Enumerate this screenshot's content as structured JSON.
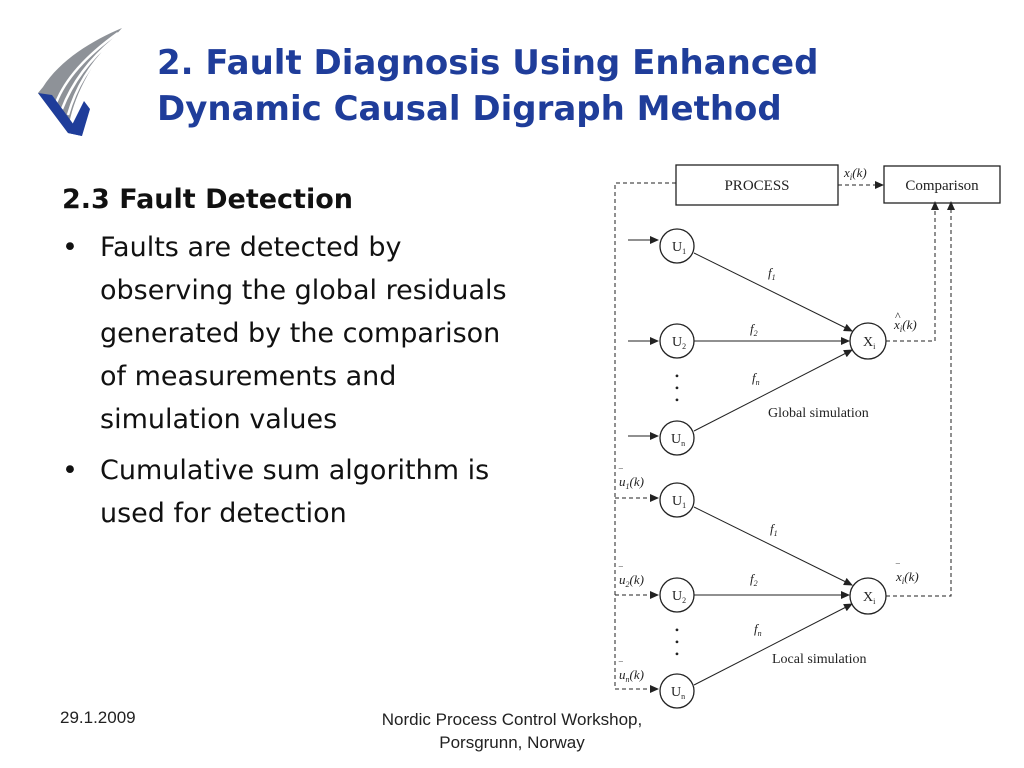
{
  "slide": {
    "title_line1": "2. Fault Diagnosis Using Enhanced",
    "title_line2": "Dynamic Causal Digraph Method",
    "subheading": "2.3 Fault Detection",
    "bullets": [
      {
        "symbol": "•",
        "lines": [
          "Faults are detected by",
          "observing the global residuals",
          "generated by the comparison",
          "of measurements and",
          "simulation  values"
        ]
      },
      {
        "symbol": "•",
        "lines": [
          "Cumulative sum algorithm is",
          "used for detection"
        ]
      }
    ],
    "accent_color": "#1f3d9a"
  },
  "diagram": {
    "process_label": "PROCESS",
    "comparison_label": "Comparison",
    "xk_label": "x",
    "xk_sub": "i",
    "k_suffix": "(k)",
    "hat_mark": "^",
    "bar_mark": "‾",
    "dots": "•",
    "u_letter": "U",
    "x_letter": "X",
    "f_letter": "f",
    "sub_1": "1",
    "sub_2": "2",
    "sub_n": "n",
    "sub_i": "i",
    "u_lower": "u",
    "global_label": "Global simulation",
    "local_label": "Local simulation"
  },
  "footer": {
    "date": "29.1.2009",
    "event_line1": "Nordic Process Control Workshop,",
    "event_line2": "Porsgrunn, Norway"
  }
}
